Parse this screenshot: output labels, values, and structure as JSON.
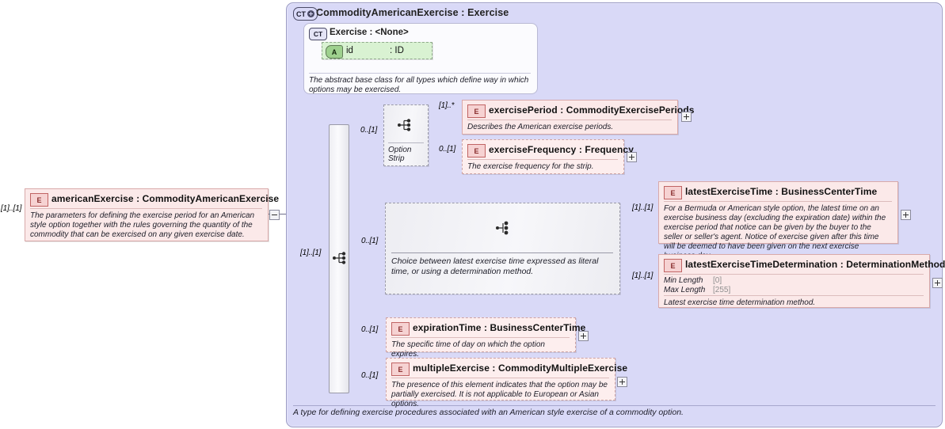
{
  "diagram": {
    "kind": "xsd-complextype-diagram",
    "root_element": {
      "badge": "E",
      "title": "americanExercise : CommodityAmericanExercise",
      "doc": "The parameters for defining the exercise period for an American style option together with the rules governing the quantity of the commodity that can be exercised on any given exercise date.",
      "cardinality": "[1]..[1]",
      "toggle": "minus"
    },
    "complex_type": {
      "badge": "CT",
      "badge_icon": "plus-circle-icon",
      "title": "CommodityAmericanExercise : Exercise",
      "annotation": "A type for defining exercise procedures associated with an American style exercise of a commodity option."
    },
    "base_type": {
      "badge": "CT",
      "title": "Exercise : <None>",
      "doc": "The abstract base class for all types which define way in which options may be exercised.",
      "attribute": {
        "badge": "A",
        "name": "id",
        "type": ": ID"
      }
    },
    "sequence_bar": {
      "icon": "sequence-icon",
      "cardinality": "[1]..[1]"
    },
    "option_strip": {
      "icon": "sequence-icon",
      "label": "Option Strip",
      "cardinality": "0..[1]",
      "children": [
        {
          "badge": "E",
          "title": "exercisePeriod : CommodityExercisePeriods",
          "doc": "Describes the American exercise periods.",
          "cardinality": "[1]..*",
          "toggle": "plus",
          "optional": false
        },
        {
          "badge": "E",
          "title": "exerciseFrequency : Frequency",
          "doc": "The exercise frequency for the strip.",
          "cardinality": "0..[1]",
          "toggle": "plus",
          "optional": true
        }
      ]
    },
    "choice_group": {
      "icon": "choice-icon",
      "cardinality": "0..[1]",
      "doc": "Choice between latest exercise time expressed as literal time, or using a determination method.",
      "children": [
        {
          "badge": "E",
          "title": "latestExerciseTime : BusinessCenterTime",
          "doc": "For a Bermuda or American style option, the latest time on an exercise business day (excluding the expiration date) within the exercise period that notice can be given by the buyer to the seller or seller's agent. Notice of exercise given after this time will be deemed to have been given on the next exercise business day.",
          "cardinality": "[1]..[1]",
          "toggle": "plus",
          "optional": false
        },
        {
          "badge": "E",
          "title": "latestExerciseTimeDetermination : DeterminationMethod",
          "doc": "Latest exercise time determination method.",
          "cardinality": "[1]..[1]",
          "toggle": "plus",
          "optional": false,
          "facets": [
            {
              "name": "Min Length",
              "value": "[0]"
            },
            {
              "name": "Max Length",
              "value": "[255]"
            }
          ]
        }
      ]
    },
    "sequence_children": [
      {
        "badge": "E",
        "title": "expirationTime : BusinessCenterTime",
        "doc": "The specific time of day on which the option expires.",
        "cardinality": "0..[1]",
        "toggle": "plus",
        "optional": true
      },
      {
        "badge": "E",
        "title": "multipleExercise : CommodityMultipleExercise",
        "doc": "The presence of this element indicates that the option may be partially exercised. It is not applicable to European or Asian options.",
        "cardinality": "0..[1]",
        "toggle": "plus",
        "optional": true
      }
    ]
  },
  "colors": {
    "container_fill": "#d9d9f7",
    "element_fill": "#fbe9e9",
    "attribute_fill": "#d9f2d2",
    "group_fill": "#f0f0f4",
    "line": "#6f6f8c"
  }
}
